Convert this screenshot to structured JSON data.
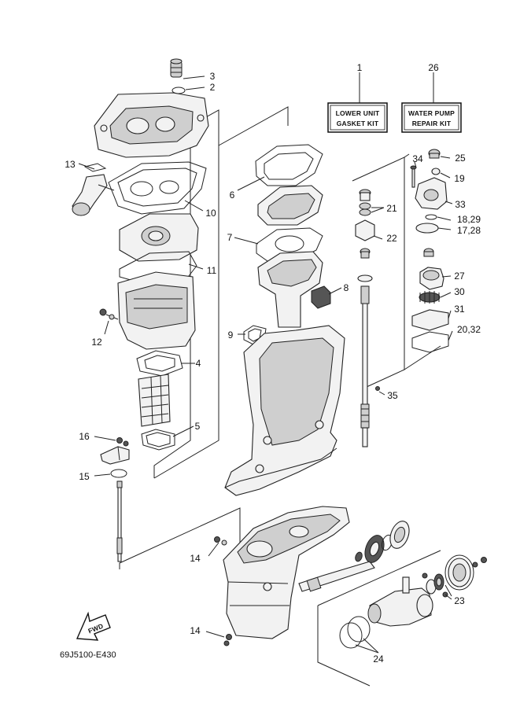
{
  "callouts": {
    "c1": "1",
    "c2": "2",
    "c3": "3",
    "c4": "4",
    "c5": "5",
    "c6": "6",
    "c7": "7",
    "c8": "8",
    "c9": "9",
    "c10": "10",
    "c11": "11",
    "c12": "12",
    "c13": "13",
    "c14a": "14",
    "c14b": "14",
    "c15": "15",
    "c16": "16",
    "c17_28": "17,28",
    "c18_29": "18,29",
    "c19": "19",
    "c20_32": "20,32",
    "c21": "21",
    "c22": "22",
    "c23": "23",
    "c24": "24",
    "c25": "25",
    "c26": "26",
    "c27": "27",
    "c30": "30",
    "c31": "31",
    "c33": "33",
    "c34": "34",
    "c35": "35"
  },
  "kits": {
    "lower_unit_line1": "LOWER UNIT",
    "lower_unit_line2": "GASKET KIT",
    "water_pump_line1": "WATER PUMP",
    "water_pump_line2": "REPAIR KIT"
  },
  "fwd_label": "FWD",
  "diagram_code": "69J5100-E430"
}
